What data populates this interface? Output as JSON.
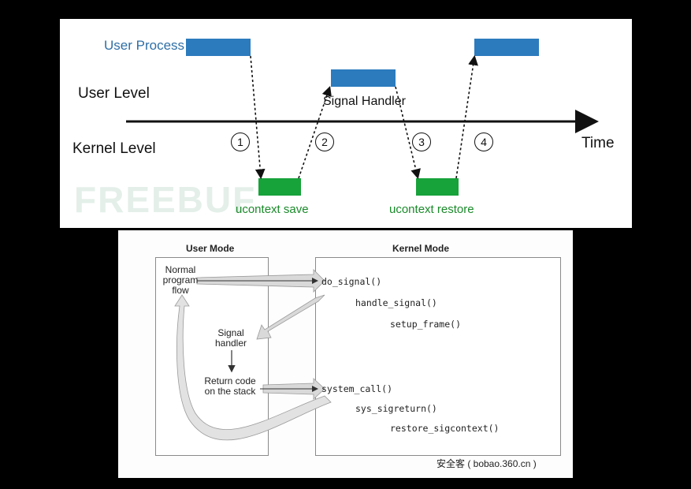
{
  "top_diagram": {
    "user_process": "User Process",
    "user_level": "User Level",
    "kernel_level": "Kernel Level",
    "signal_handler": "Signal Handler",
    "time": "Time",
    "ucontext_save": "ucontext save",
    "ucontext_restore": "ucontext restore",
    "steps": [
      "1",
      "2",
      "3",
      "4"
    ],
    "watermark": "FREEBUF",
    "colors": {
      "user_block": "#2c7bbd",
      "kernel_block": "#17a23a",
      "label_green": "#1a8a2a",
      "label_blue": "#2e6fa7"
    }
  },
  "bottom_diagram": {
    "user_mode": "User Mode",
    "kernel_mode": "Kernel Mode",
    "normal_flow": [
      "Normal",
      "program",
      "flow"
    ],
    "signal_handler": [
      "Signal",
      "handler"
    ],
    "return_code": [
      "Return code",
      "on the stack"
    ],
    "kernel_calls": [
      "do_signal()",
      "handle_signal()",
      "setup_frame()",
      "system_call()",
      "sys_sigreturn()",
      "restore_sigcontext()"
    ],
    "credit": "安全客 ( bobao.360.cn )"
  }
}
